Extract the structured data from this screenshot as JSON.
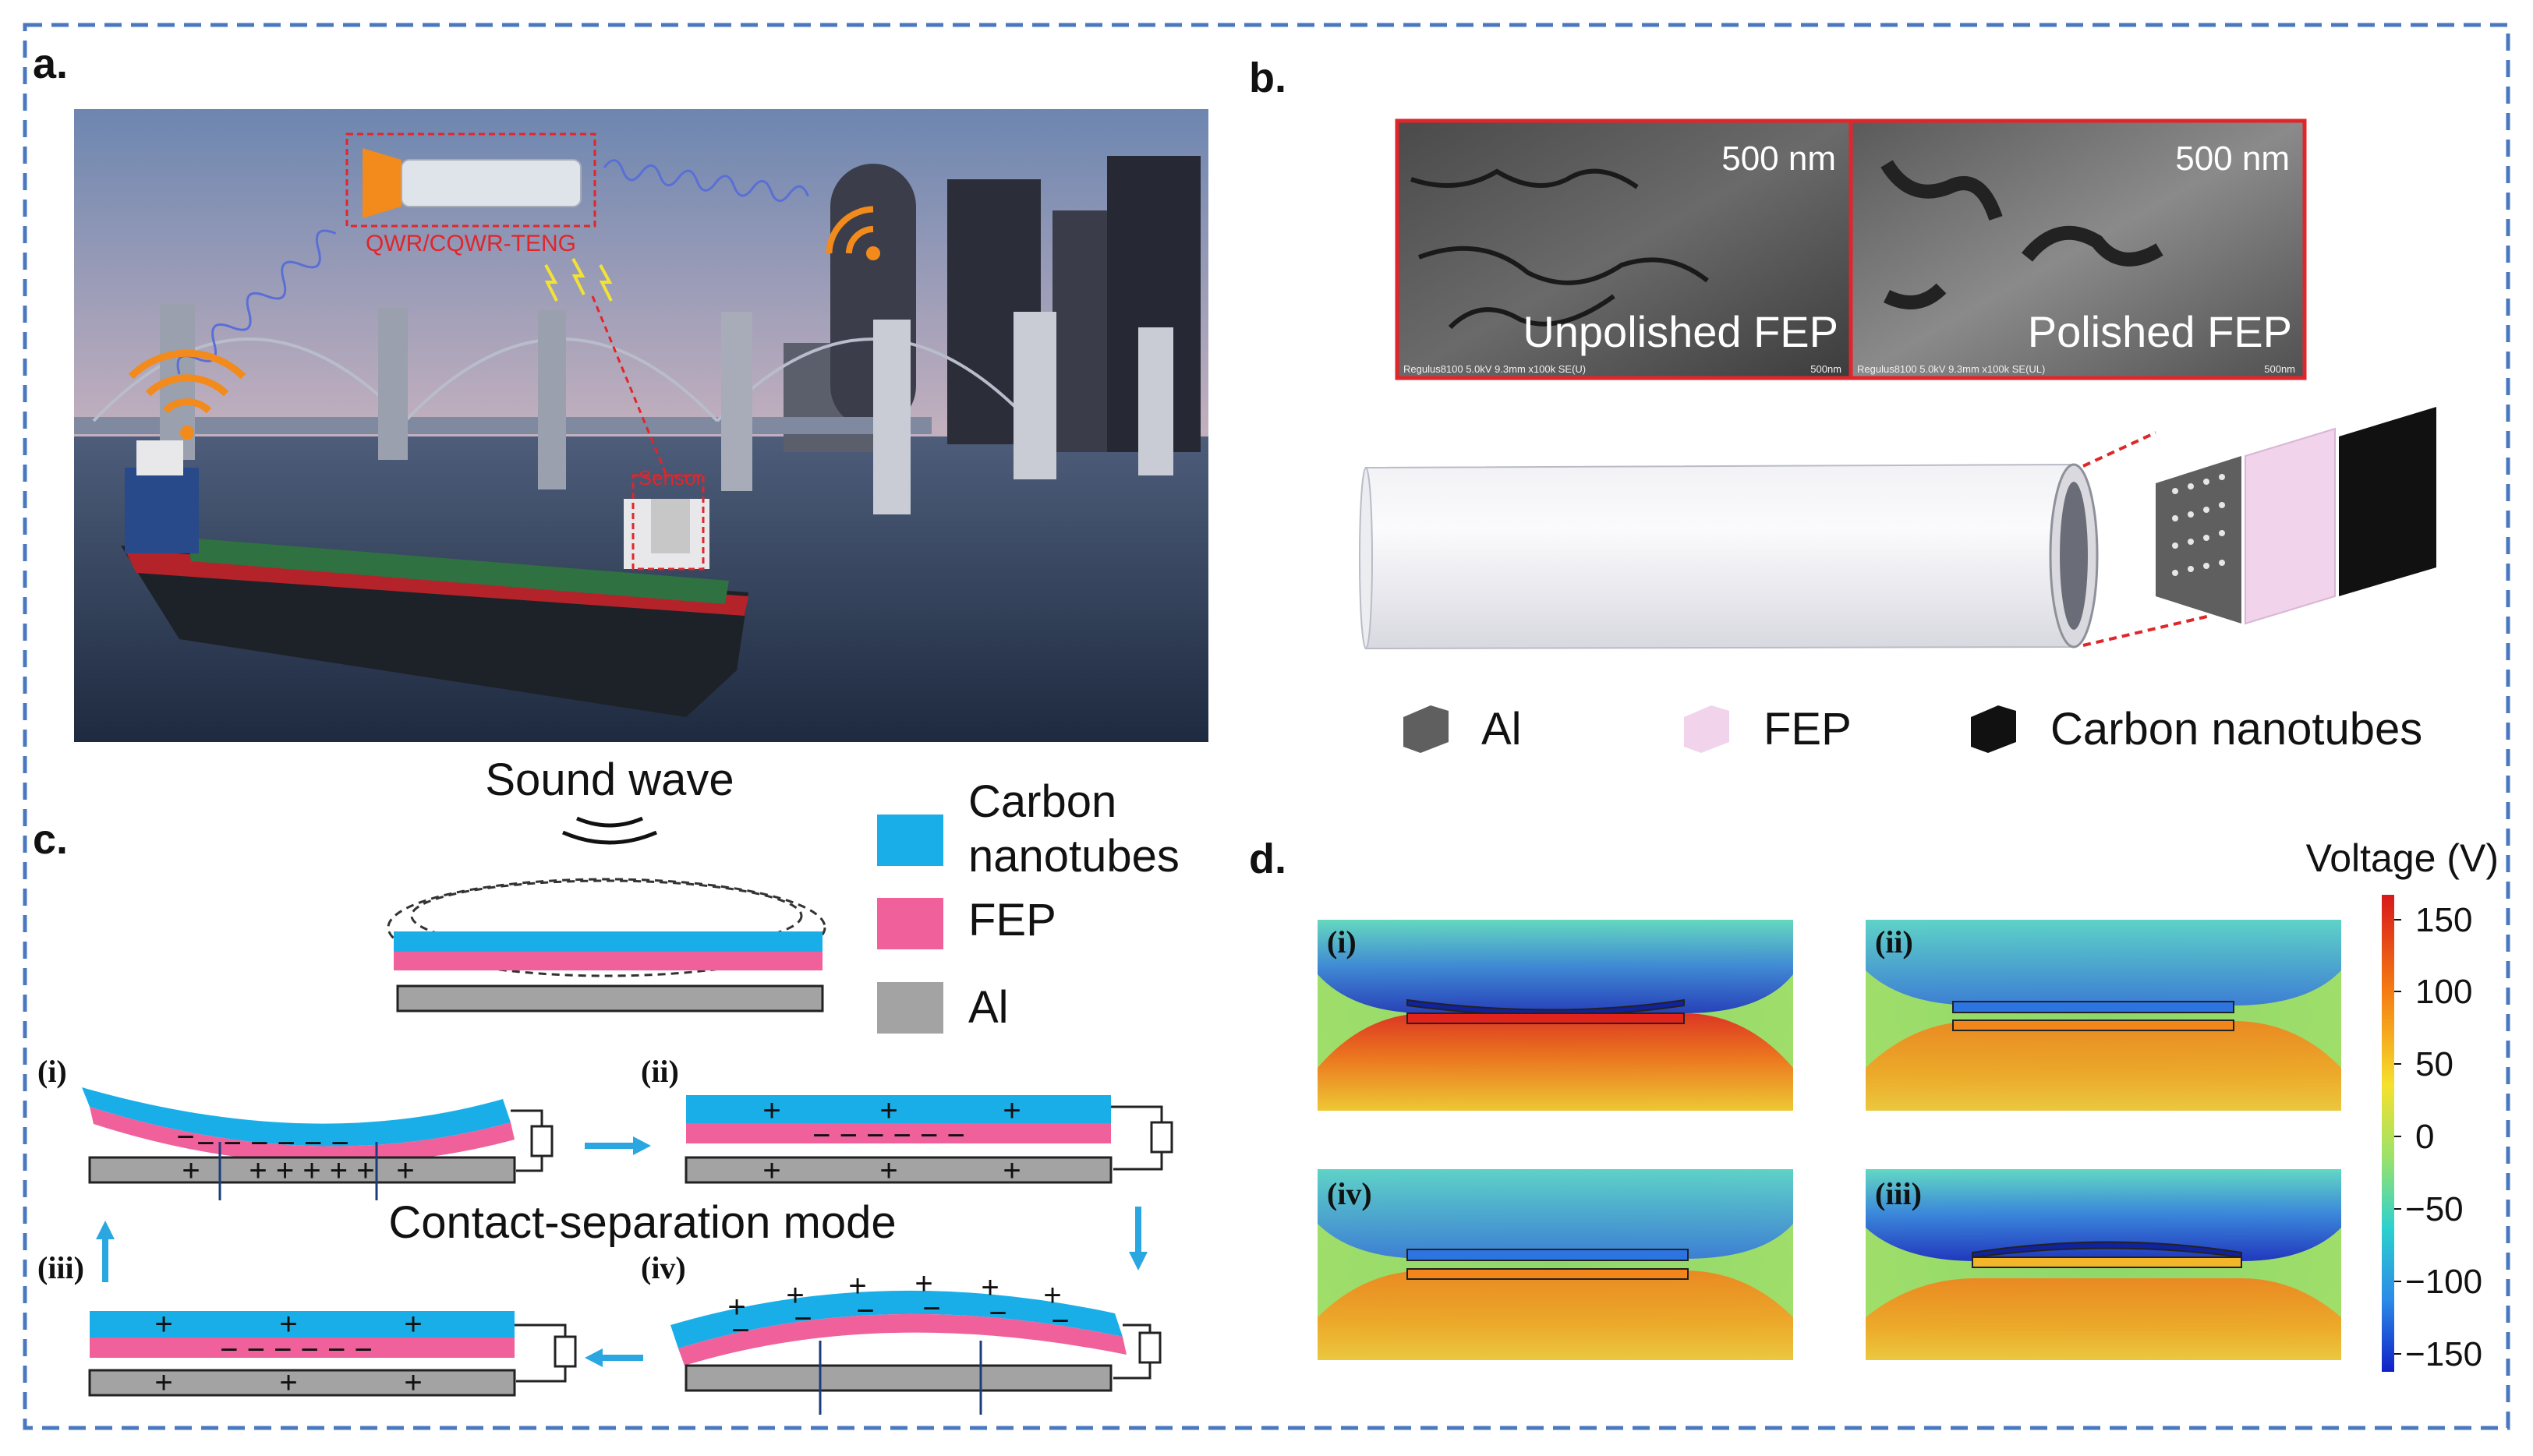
{
  "panels": {
    "a": {
      "label": "a.",
      "device_label": "QWR/CQWR-TENG",
      "sensor_label": "Sensor"
    },
    "b": {
      "label": "b.",
      "sem_images": [
        {
          "scale": "500 nm",
          "caption": "Unpolished FEP",
          "footer": "Regulus8100 5.0kV 9.3mm x100k SE(U)",
          "footer_scale": "500nm"
        },
        {
          "scale": "500 nm",
          "caption": "Polished FEP",
          "footer": "Regulus8100 5.0kV 9.3mm x100k SE(UL)",
          "footer_scale": "500nm"
        }
      ],
      "legend": [
        {
          "name": "Al",
          "color": "#5f5f5f"
        },
        {
          "name": "FEP",
          "color": "#f1d3ec"
        },
        {
          "name": "Carbon nanotubes",
          "color": "#111111"
        }
      ]
    },
    "c": {
      "label": "c.",
      "sound_wave": "Sound wave",
      "legend": [
        {
          "line1": "Carbon",
          "line2": "nanotubes",
          "color": "#1aaee8"
        },
        {
          "line1": "FEP",
          "line2": "",
          "color": "#f0609a"
        },
        {
          "line1": "Al",
          "line2": "",
          "color": "#a3a3a3"
        }
      ],
      "mode_label": "Contact-separation mode",
      "steps": [
        "(i)",
        "(ii)",
        "(iii)",
        "(iv)"
      ]
    },
    "d": {
      "label": "d.",
      "colorbar_title": "Voltage (V)",
      "colorbar_ticks": [
        "150",
        "100",
        "50",
        "0",
        "−50",
        "−100",
        "−150"
      ],
      "subplots": [
        "(i)",
        "(ii)",
        "(iv)",
        "(iii)"
      ]
    }
  },
  "colors": {
    "frame": "#4a78c0",
    "cnt": "#1aaee8",
    "fep": "#f0609a",
    "al": "#a3a3a3",
    "arrow": "#2aa7e0",
    "highlight": "#e0262b"
  }
}
